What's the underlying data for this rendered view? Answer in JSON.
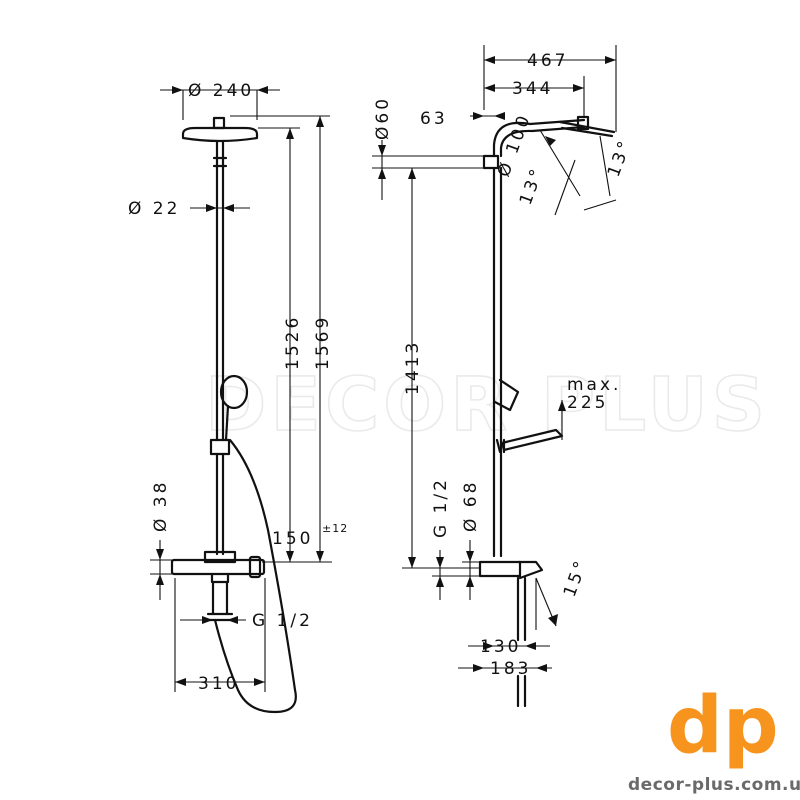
{
  "watermark": "DECOR PLUS",
  "brand": {
    "logo_text": "dp",
    "url": "decor-plus.com.ua",
    "color": "#f7941d",
    "url_color": "#6a6a6a"
  },
  "front_view": {
    "head_diameter": "Ø 240",
    "pipe_diameter": "Ø 22",
    "height_to_head": "1526",
    "total_height": "1569",
    "wall_distance": "150",
    "tolerance": "±12",
    "thermostat_diameter": "Ø 38",
    "connection": "G 1/2",
    "centers": "310"
  },
  "side_view": {
    "arm_length": "467",
    "head_reach": "344",
    "offset": "63",
    "wall_diameter": "Ø60",
    "arm_diameter": "Ø 100",
    "tilt_a": "13°",
    "tilt_b": "13°",
    "height": "1413",
    "connection": "G 1/2",
    "spout_diameter": "Ø 68",
    "handshower_max_label": "max.",
    "handshower_max_value": "225",
    "spout_angle": "15°",
    "spout_reach_a": "130",
    "spout_reach_b": "183"
  }
}
